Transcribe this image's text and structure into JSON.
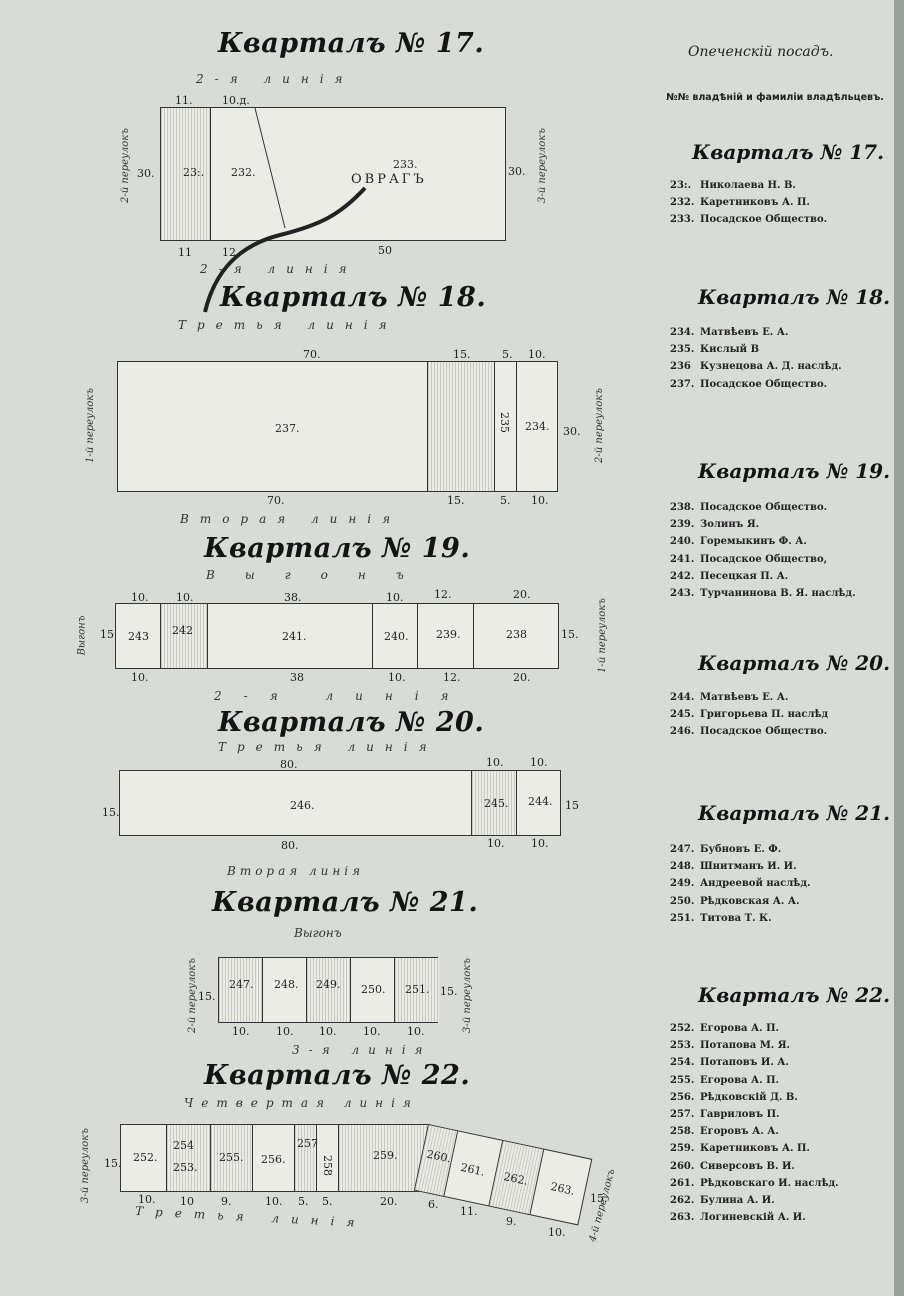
{
  "map": {
    "blocks": [
      {
        "title": "Кварталъ № 17.",
        "top_street": "2-я линія",
        "bottom_street": "2-я линія",
        "left_lane": "2-й переулокъ",
        "right_lane": "3-й переулокъ",
        "top_dims": [
          "11.",
          "10.д."
        ],
        "bottom_dims": [
          "11",
          "12.",
          "50"
        ],
        "side_left": "30.",
        "side_right": "30.",
        "ravine": "ОВРАГЪ",
        "lots": [
          "23:.",
          "232.",
          "233."
        ]
      },
      {
        "title": "Кварталъ № 18.",
        "top_street": "Третья линія",
        "bottom_street": "Вторая линія",
        "left_lane": "1-й переулокъ",
        "right_lane": "2-й переулокъ",
        "top_dims": [
          "70.",
          "15.",
          "5.",
          "10."
        ],
        "bottom_dims": [
          "70.",
          "15.",
          "5.",
          "10."
        ],
        "side_right": "30.",
        "lots": [
          "237.",
          "235",
          "234."
        ]
      },
      {
        "title": "Кварталъ № 19.",
        "top_street": "Выгонъ",
        "bottom_street": "2-я линія",
        "left_lane": "Выгонъ",
        "right_lane": "1-й переулокъ",
        "top_dims": [
          "10.",
          "10.",
          "38.",
          "10.",
          "12.",
          "20."
        ],
        "bottom_dims": [
          "10.",
          "38",
          "10.",
          "12.",
          "20."
        ],
        "side_left": "15.",
        "side_right": "15.",
        "lots": [
          "243",
          "242",
          "241.",
          "240.",
          "239.",
          "238"
        ]
      },
      {
        "title": "Кварталъ № 20.",
        "top_street": "Третья линія",
        "bottom_street": "Вторая линія",
        "top_dims": [
          "80.",
          "10.",
          "10."
        ],
        "bottom_dims": [
          "80.",
          "10.",
          "10."
        ],
        "side_left": "15.",
        "side_right": "15",
        "lots": [
          "246.",
          "245.",
          "244."
        ]
      },
      {
        "title": "Кварталъ № 21.",
        "top_street": "Выгонъ",
        "bottom_street": "3-я линія",
        "left_lane": "2-й переулокъ",
        "right_lane": "3-й переулокъ",
        "bottom_dims": [
          "10.",
          "10.",
          "10.",
          "10.",
          "10."
        ],
        "side_left": "15.",
        "side_right": "15.",
        "lots": [
          "247.",
          "248.",
          "249.",
          "250.",
          "251."
        ]
      },
      {
        "title": "Кварталъ № 22.",
        "top_street": "Четвертая линія",
        "bottom_street": "Третья линія",
        "left_lane": "3-й переулокъ",
        "right_lane": "4-й переулокъ",
        "bottom_dims": [
          "10.",
          "10",
          "9.",
          "10.",
          "5.",
          "5.",
          "20.",
          "6.",
          "11.",
          "9.",
          "10."
        ],
        "side_left": "15.",
        "side_right": "15.",
        "lots": [
          "252.",
          "254",
          "253.",
          "255.",
          "256.",
          "257",
          "258",
          "259.",
          "260.",
          "261.",
          "262.",
          "263."
        ]
      }
    ]
  },
  "legend": {
    "district": "Опеченскій посадъ.",
    "subtitle": "№№ владѣній и фамиліи владѣльцевъ.",
    "groups": [
      {
        "head": "Кварталъ № 17.",
        "items": [
          [
            "23:.",
            "Николаева Н. В."
          ],
          [
            "232.",
            "Каретниковъ А. П."
          ],
          [
            "233.",
            "Посадское Общество."
          ]
        ]
      },
      {
        "head": "Кварталъ № 18.",
        "items": [
          [
            "234.",
            "Матвѣевъ Е. А."
          ],
          [
            "235.",
            "Кислый В"
          ],
          [
            "236",
            "Кузнецова А. Д. наслѣд."
          ],
          [
            "237.",
            "Посадское Общество."
          ]
        ]
      },
      {
        "head": "Кварталъ № 19.",
        "items": [
          [
            "238.",
            "Посадское Общество."
          ],
          [
            "239.",
            "Золинъ Я."
          ],
          [
            "240.",
            "Горемыкинъ Ф. А."
          ],
          [
            "241.",
            "Посадское Общество,"
          ],
          [
            "242.",
            "Песецкая П. А."
          ],
          [
            "243.",
            "Турчанинова В. Я. наслѣд."
          ]
        ]
      },
      {
        "head": "Кварталъ № 20.",
        "items": [
          [
            "244.",
            "Матвѣевъ Е. А."
          ],
          [
            "245.",
            "Григорьева П. наслѣд"
          ],
          [
            "246.",
            "Посадское Общество."
          ]
        ]
      },
      {
        "head": "Кварталъ № 21.",
        "items": [
          [
            "247.",
            "Бубновъ Е. Ф."
          ],
          [
            "248.",
            "Шнитманъ И. И."
          ],
          [
            "249.",
            "Андреевой наслѣд."
          ],
          [
            "250.",
            "Рѣдковская А. А."
          ],
          [
            "251.",
            "Титова Т. К."
          ]
        ]
      },
      {
        "head": "Кварталъ № 22.",
        "items": [
          [
            "252.",
            "Егорова А. П."
          ],
          [
            "253.",
            "Потапова М. Я."
          ],
          [
            "254.",
            "Потаповъ И. А."
          ],
          [
            "255.",
            "Егорова А. П."
          ],
          [
            "256.",
            "Рѣдковскій Д. В."
          ],
          [
            "257.",
            "Гавриловъ П."
          ],
          [
            "258.",
            "Егоровъ А. А."
          ],
          [
            "259.",
            "Каретниковъ А. П."
          ],
          [
            "260.",
            "Сиверсовъ В. И."
          ],
          [
            "261.",
            "Рѣдковскаго И. наслѣд."
          ],
          [
            "262.",
            "Булина А. И."
          ],
          [
            "263.",
            "Логиневскій А. И."
          ]
        ]
      }
    ]
  }
}
